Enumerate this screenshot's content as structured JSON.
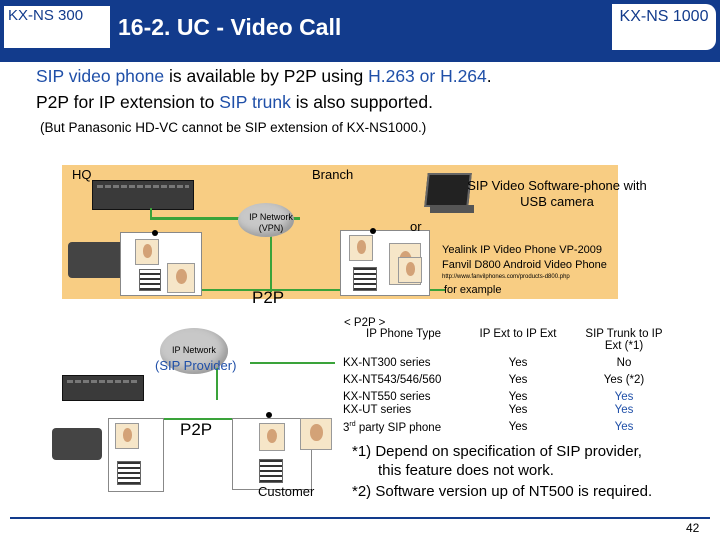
{
  "header": {
    "left_code": "KX-NS  300",
    "title": "16-2. UC - Video Call",
    "right_code": "KX-NS 1000"
  },
  "intro": {
    "line1_a": "SIP video phone",
    "line1_b": " is available by P2P using ",
    "line1_c": "H.263 or H.264",
    "line1_d": ".",
    "line2_a": "P2P for IP extension to ",
    "line2_b": "SIP trunk",
    "line2_c": " is also supported.",
    "note": "(But Panasonic HD-VC cannot be SIP extension of KX-NS1000.)"
  },
  "diagram": {
    "hq": "HQ",
    "branch": "Branch",
    "ip_network_vpn": "IP Network (VPN)",
    "softphone": "SIP Video Software-phone with USB camera",
    "or": "or",
    "yealink": "Yealink IP Video Phone VP-2009",
    "fanvil": "Fanvil D800 Android Video Phone",
    "url": "http://www.fanvilphones.com/products-d800.php",
    "for_example": "for example",
    "p2p_top": "P2P",
    "ip_network": "IP Network",
    "sip_provider": "(SIP Provider)",
    "p2p_bottom": "P2P",
    "customer": "Customer"
  },
  "table": {
    "caption": "< P2P >",
    "headers": {
      "type": "IP Phone Type",
      "ext": "IP Ext to IP Ext",
      "trunk": "SIP Trunk to IP Ext (*1)"
    },
    "rows": [
      {
        "type": "KX-NT300 series",
        "ext": "Yes",
        "trunk": "No"
      },
      {
        "type": "KX-NT543/546/560",
        "ext": "Yes",
        "trunk": "Yes (*2)"
      },
      {
        "type": "KX-NT550 series",
        "ext": "Yes",
        "trunk": "Yes"
      },
      {
        "type": "KX-UT series",
        "ext": "Yes",
        "trunk": "Yes"
      },
      {
        "type_a": "3",
        "type_sup": "rd",
        "type_b": " party SIP phone",
        "ext": "Yes",
        "trunk": "Yes"
      }
    ]
  },
  "notes": {
    "n1a": "*1) Depend on specification of SIP provider,",
    "n1b": "this feature does not work.",
    "n2": "*2) Software version up of NT500 is required."
  },
  "page_number": "42",
  "colors": {
    "header": "#123b8c",
    "accent_text": "#1f4fa8",
    "zone": "#f8cd83",
    "line": "#3aa33a",
    "trunk_yes": "#1f4fa8"
  }
}
